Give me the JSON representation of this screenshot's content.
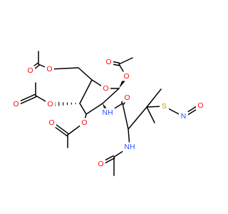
{
  "colors": {
    "bond": "#000000",
    "carbon_bond": "#000000",
    "O": "#ff0d0d",
    "N": "#3050f8",
    "S": "#c8a000"
  },
  "atoms": {
    "o_ring": "O",
    "o_c1": "O",
    "o_c1_carbonyl": "O",
    "o_c6": "O",
    "o_c6_carbonyl": "O",
    "o_c4": "O",
    "o_c4_carbonyl": "O",
    "o_c3": "O",
    "o_c3_carbonyl": "O",
    "nh_amide": "NH",
    "o_amide": "O",
    "s": "S",
    "n_nitroso": "N",
    "o_nitroso": "O",
    "nh_acetamido": "NH",
    "o_acetamido": "O"
  }
}
